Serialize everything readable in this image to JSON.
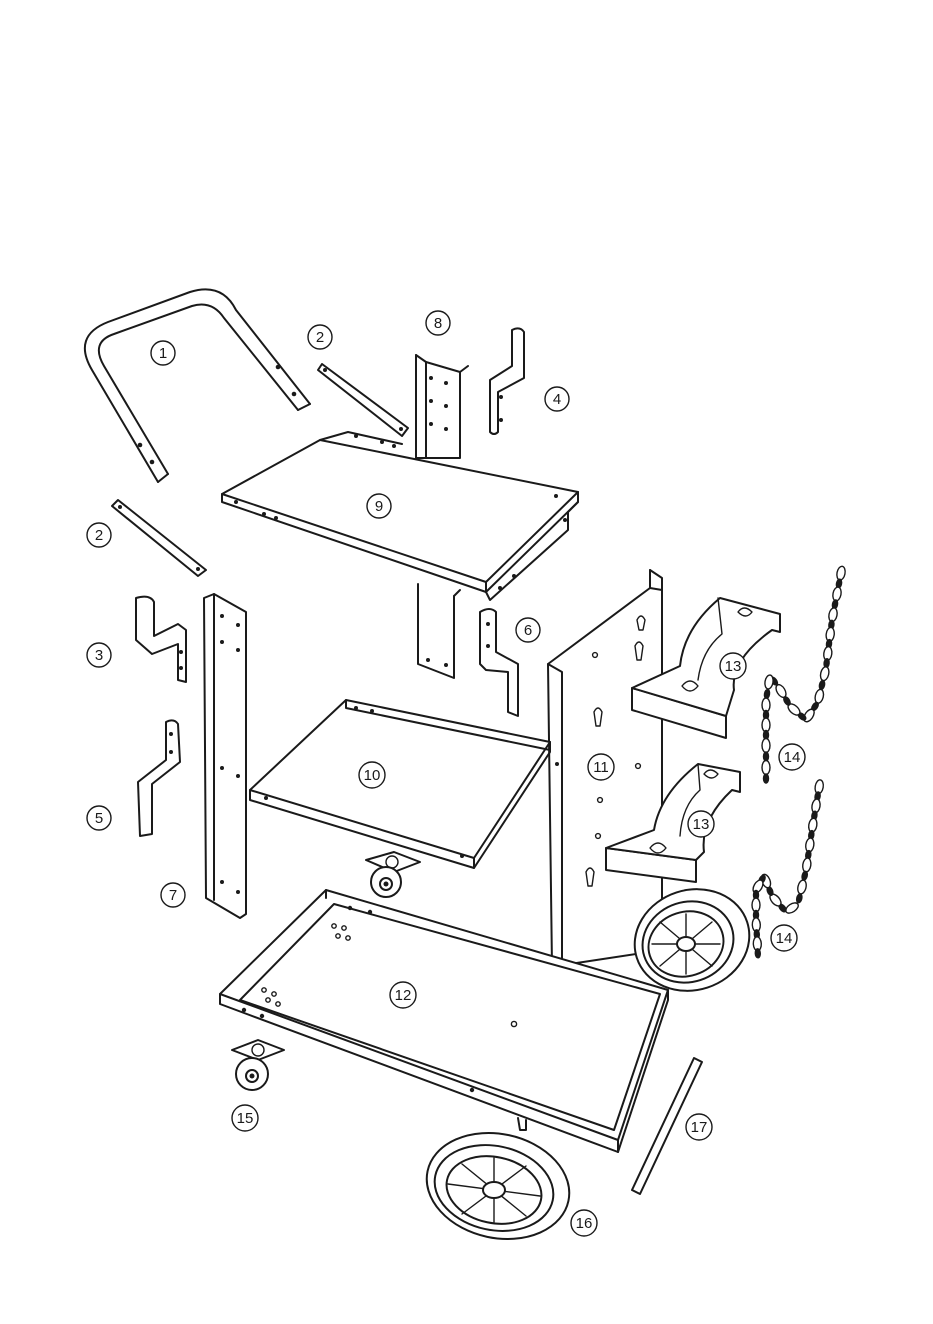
{
  "callouts": [
    {
      "id": "c1",
      "label": "1"
    },
    {
      "id": "c2a",
      "label": "2"
    },
    {
      "id": "c2b",
      "label": "2"
    },
    {
      "id": "c3",
      "label": "3"
    },
    {
      "id": "c4",
      "label": "4"
    },
    {
      "id": "c5",
      "label": "5"
    },
    {
      "id": "c6",
      "label": "6"
    },
    {
      "id": "c7",
      "label": "7"
    },
    {
      "id": "c8",
      "label": "8"
    },
    {
      "id": "c9",
      "label": "9"
    },
    {
      "id": "c10",
      "label": "10"
    },
    {
      "id": "c11",
      "label": "11"
    },
    {
      "id": "c12",
      "label": "12"
    },
    {
      "id": "c13a",
      "label": "13"
    },
    {
      "id": "c13b",
      "label": "13"
    },
    {
      "id": "c14a",
      "label": "14"
    },
    {
      "id": "c14b",
      "label": "14"
    },
    {
      "id": "c15",
      "label": "15"
    },
    {
      "id": "c16",
      "label": "16"
    },
    {
      "id": "c17",
      "label": "17"
    }
  ]
}
